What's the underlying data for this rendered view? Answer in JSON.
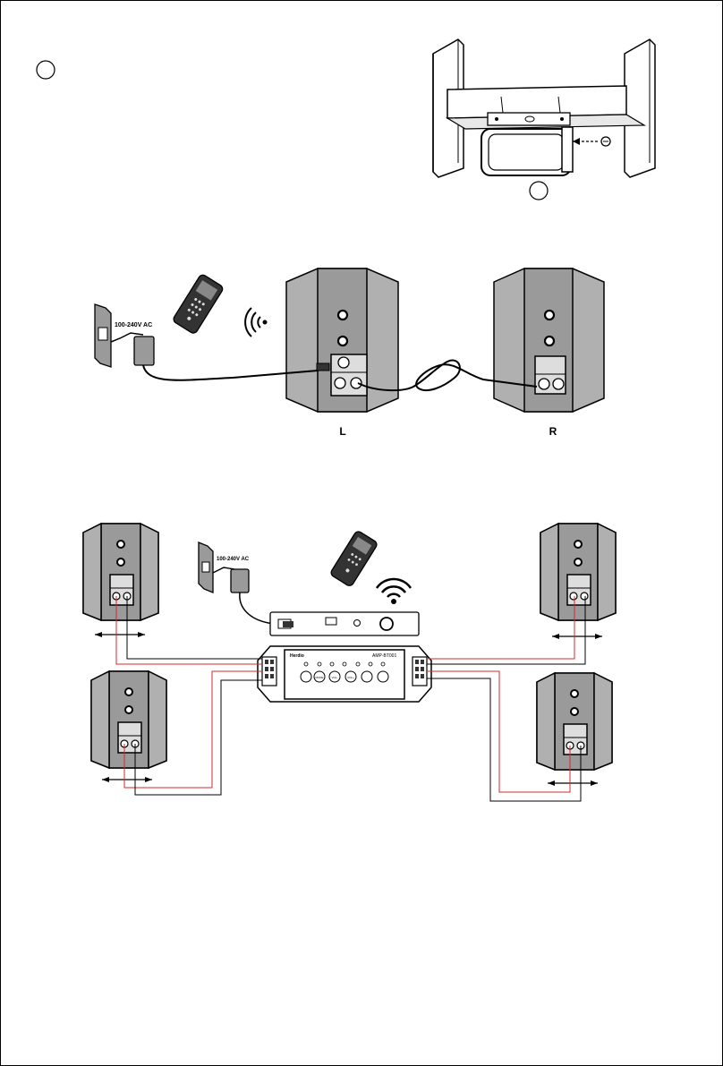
{
  "top_section": {
    "step_number": "",
    "step_number_right": ""
  },
  "stereo_section": {
    "power_label": "100-240V AC",
    "left_speaker_label": "L",
    "right_speaker_label": "R"
  },
  "quad_section": {
    "power_label": "100-240V AC",
    "amp_brand": "Herdio",
    "amp_model": "AMP-BT001",
    "buttons": [
      "MODE",
      "VOL-",
      "VOL+"
    ]
  },
  "colors": {
    "speaker_body": "#9a9a9a",
    "speaker_front": "#bdbdbd",
    "line": "#000000",
    "red_wire": "#d22b2b"
  },
  "icons": [
    "wall-outlet-icon",
    "power-adapter-icon",
    "remote-control-icon",
    "wireless-signal-icon",
    "screw-icon"
  ]
}
